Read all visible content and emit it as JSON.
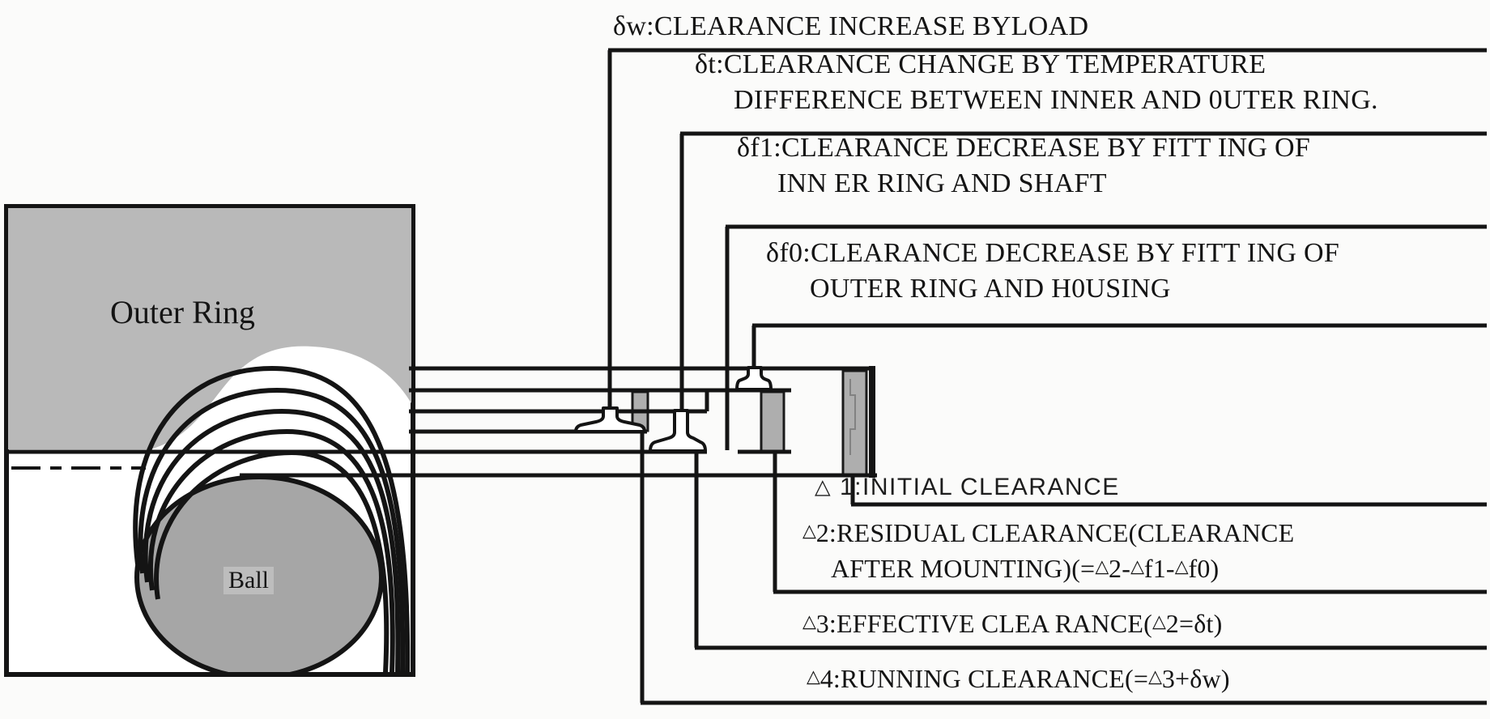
{
  "figure": {
    "outer_ring_label": "Outer Ring",
    "ball_label": "Ball"
  },
  "top_labels": {
    "dw": {
      "line1": "δw:CLEARANCE INCREASE BYLOAD"
    },
    "dt": {
      "line1": "δt:CLEARANCE CHANGE BY TEMPERATURE",
      "line2": "DIFFERENCE BETWEEN INNER AND 0UTER RING."
    },
    "df1": {
      "line1": "δf1:CLEARANCE DECREASE BY FITT ING OF",
      "line2": "INN ER RING AND SHAFT"
    },
    "df0": {
      "line1": "δf0:CLEARANCE DECREASE BY FITT ING OF",
      "line2": "OUTER RING AND H0USING"
    }
  },
  "bottom_labels": {
    "d1": {
      "lines": [
        [
          {
            "t": "△",
            "tri": true
          },
          {
            "t": " 1:INITIAL CLEARANCE"
          }
        ]
      ]
    },
    "d2": {
      "lines": [
        [
          {
            "t": "△",
            "tri": true
          },
          {
            "t": "2:RESIDUAL CLEARANCE(CLEARANCE"
          }
        ],
        [
          {
            "t": "AFTER MOUNTING)(="
          },
          {
            "t": "△",
            "tri": true
          },
          {
            "t": "2-"
          },
          {
            "t": "△",
            "tri": true
          },
          {
            "t": "f1-"
          },
          {
            "t": "△",
            "tri": true
          },
          {
            "t": "f0)"
          }
        ]
      ]
    },
    "d3": {
      "lines": [
        [
          {
            "t": "△",
            "tri": true
          },
          {
            "t": "3:EFFECTIVE CLEA RANCE("
          },
          {
            "t": "△",
            "tri": true
          },
          {
            "t": "2=δt)"
          }
        ]
      ]
    },
    "d4": {
      "lines": [
        [
          {
            "t": "△",
            "tri": true
          },
          {
            "t": "4:RUNNING CLEARANCE(="
          },
          {
            "t": "△",
            "tri": true
          },
          {
            "t": "3+δw)"
          }
        ]
      ]
    }
  },
  "colors": {
    "line": "#141414",
    "outer_ring_fill": "#b9b9b9",
    "ball_fill": "#a6a6a6",
    "bar_fill": "#aeaeae",
    "background": "#fbfbfa"
  }
}
